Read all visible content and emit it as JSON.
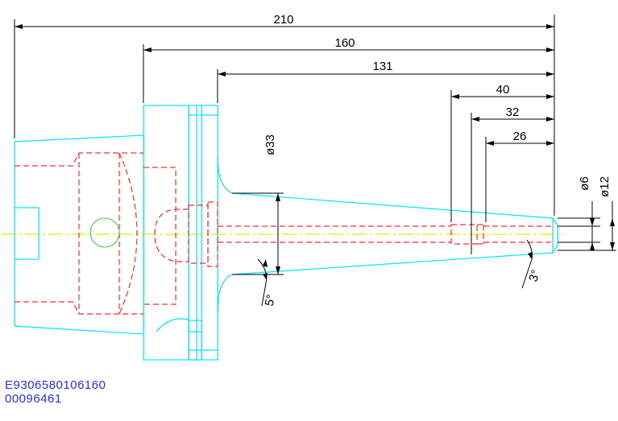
{
  "dimensions": {
    "overall_length": "210",
    "length_160": "160",
    "length_131": "131",
    "length_40": "40",
    "length_32": "32",
    "length_26": "26",
    "dia_33": "ø33",
    "dia_6": "ø6",
    "dia_12": "ø12",
    "angle_5": "5°",
    "angle_3": "3°"
  },
  "part_code": "E9306580106160",
  "part_number": "00096461",
  "colors": {
    "outline": "#00e5ff",
    "hidden": "#ff2a2a",
    "dimension": "#000000",
    "centerline": "#e8e800",
    "code_text": "#2a2aff"
  }
}
